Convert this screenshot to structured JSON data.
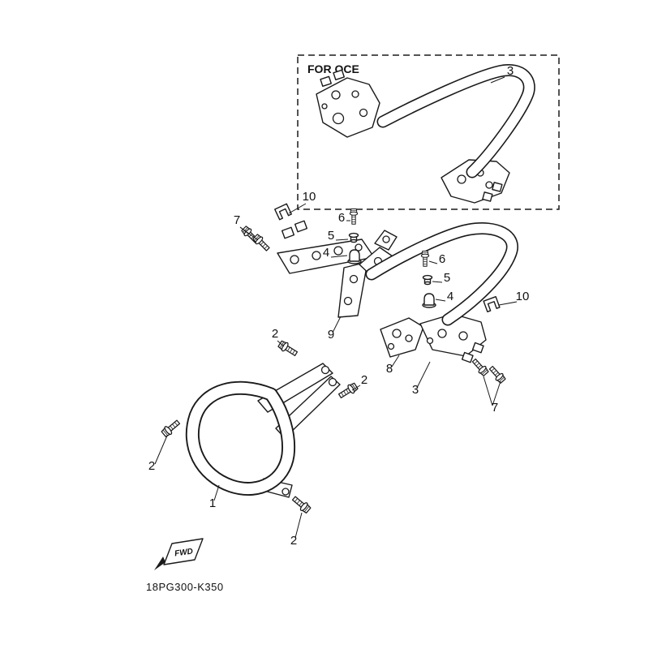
{
  "diagram": {
    "inset_label": "FOR OCE",
    "fwd_label": "FWD",
    "part_code": "18PG300-K350"
  },
  "colors": {
    "line": "#1a1a1a",
    "background": "#ffffff"
  },
  "callouts": [
    {
      "label": "3"
    },
    {
      "label": "10"
    },
    {
      "label": "6"
    },
    {
      "label": "5"
    },
    {
      "label": "4"
    },
    {
      "label": "7"
    },
    {
      "label": "9"
    },
    {
      "label": "6"
    },
    {
      "label": "5"
    },
    {
      "label": "4"
    },
    {
      "label": "10"
    },
    {
      "label": "8"
    },
    {
      "label": "3"
    },
    {
      "label": "7"
    },
    {
      "label": "2"
    },
    {
      "label": "2"
    },
    {
      "label": "2"
    },
    {
      "label": "1"
    },
    {
      "label": "2"
    }
  ]
}
